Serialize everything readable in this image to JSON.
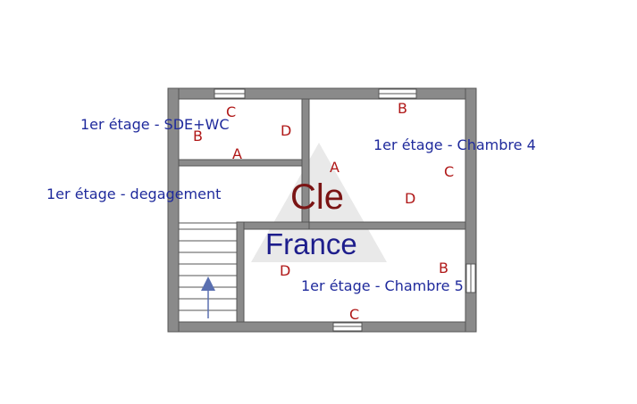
{
  "colors": {
    "wall": "#808080",
    "wall_edge": "#555555",
    "room_label": "#1f2a9c",
    "wall_letter": "#b01818",
    "watermark_triangle": "#e6e6e6",
    "watermark_cle": "#7a1414",
    "watermark_france": "#1e1e8c",
    "stair_arrow": "#5a6fb0"
  },
  "icons": {
    "stair_arrow": "arrow-up-icon"
  },
  "rooms": {
    "sde_wc": {
      "label": "1er étage - SDE+WC",
      "walls": {
        "a": "A",
        "b": "B",
        "c": "C",
        "d": "D"
      }
    },
    "chambre4": {
      "label": "1er étage - Chambre 4",
      "walls": {
        "a": "A",
        "b": "B",
        "c": "C",
        "d": "D"
      }
    },
    "degagement": {
      "label": "1er étage - degagement"
    },
    "chambre5": {
      "label": "1er étage - Chambre 5",
      "walls": {
        "b": "B",
        "c": "C",
        "d": "D"
      }
    }
  },
  "watermark": {
    "line1": "Cle",
    "line2": "France"
  }
}
